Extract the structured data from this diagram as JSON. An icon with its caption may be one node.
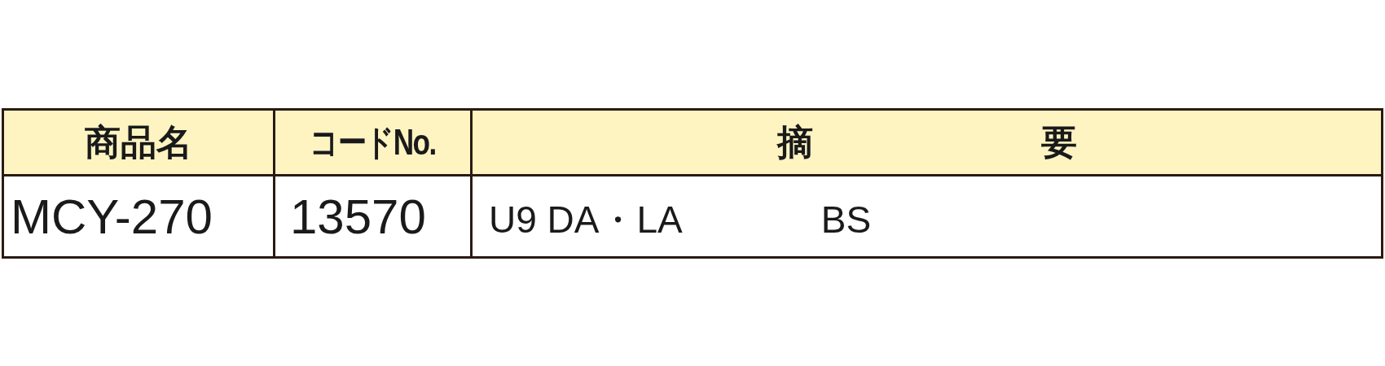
{
  "diagram": {
    "labels": [
      "商品名",
      "コードNo.",
      "摘",
      "要",
      "MCY-270",
      "13570",
      "U9 DA・LA",
      "BS"
    ]
  }
}
